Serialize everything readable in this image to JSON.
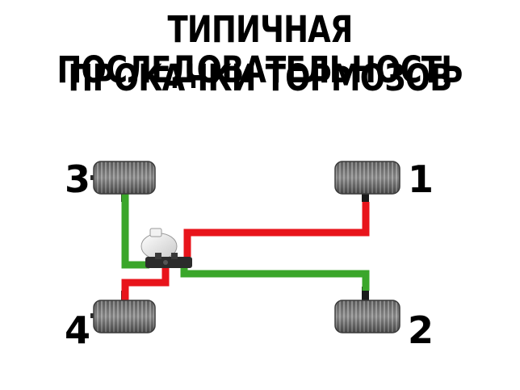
{
  "title": {
    "line1": "ТИПИЧНАЯ ПОСЛЕДОВАТЕЛЬНОСТЬ",
    "line2": "ПРОКАЧКИ ТОРМОЗОВ"
  },
  "wheels": [
    {
      "id": "rear-right",
      "number": "1"
    },
    {
      "id": "rear-left",
      "number": "2"
    },
    {
      "id": "front-right",
      "number": "3"
    },
    {
      "id": "front-left",
      "number": "4"
    }
  ],
  "colors": {
    "circuit_red": "#e8141b",
    "circuit_green": "#3aa62a",
    "axle": "#1a1a1a",
    "tire": "#505050"
  }
}
